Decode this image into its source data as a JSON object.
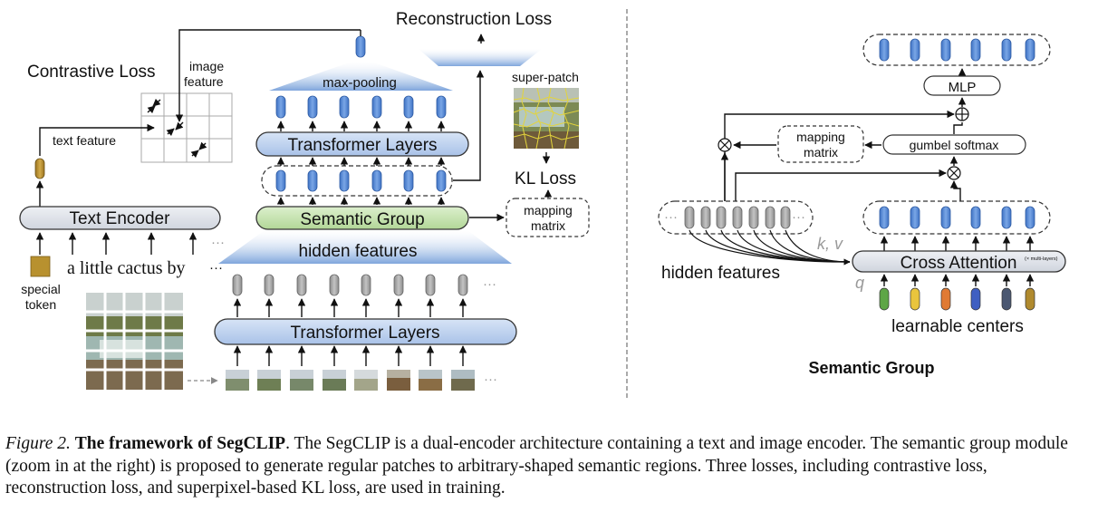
{
  "left": {
    "contrastive_loss": "Contrastive Loss",
    "image_feature_l1": "image",
    "image_feature_l2": "feature",
    "text_feature": "text feature",
    "text_encoder": "Text Encoder",
    "text_input": "a little cactus by",
    "special_token_l1": "special",
    "special_token_l2": "token",
    "reconstruction_loss": "Reconstruction Loss",
    "max_pooling": "max-pooling",
    "transformer_layers_top": "Transformer Layers",
    "semantic_group": "Semantic Group",
    "hidden_features": "hidden features",
    "transformer_layers_bottom": "Transformer Layers",
    "super_patch": "super-patch",
    "kl_loss": "KL Loss",
    "mapping_matrix_l1": "mapping",
    "mapping_matrix_l2": "matrix",
    "ellipsis": "···"
  },
  "right": {
    "mlp": "MLP",
    "mapping_matrix_l1": "mapping",
    "mapping_matrix_l2": "matrix",
    "gumbel_softmax": "gumbel softmax",
    "hidden_features": "hidden features",
    "kv": "k, v",
    "q": "q",
    "cross_attention": "Cross Attention",
    "multi_layers": "(× multi-layers)",
    "learnable_centers": "learnable centers",
    "title": "Semantic Group"
  },
  "caption": {
    "fig_label": "Figure 2.",
    "title": "The framework of SegCLIP",
    "body": ". The SegCLIP is a dual-encoder architecture containing a text and image encoder. The semantic group module (zoom in at the right) is proposed to generate regular patches to arbitrary-shaped semantic regions. Three losses, including contrastive loss, reconstruction loss, and superpixel-based KL loss, are used in training."
  },
  "colors": {
    "token_blue": "#5b8ed8",
    "token_gray": "#a7a7a7",
    "token_gold": "#b8912f",
    "box_blue": "#bcd0ee",
    "box_gray": "#dde1ea",
    "box_green": "#c7e3b1",
    "centers": [
      "#5ea646",
      "#e9c53d",
      "#e07a33",
      "#3f5fc2",
      "#4b5872",
      "#b08a2e"
    ]
  }
}
